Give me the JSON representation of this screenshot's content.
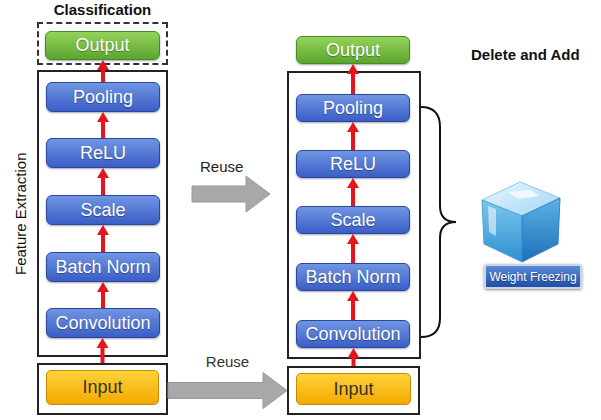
{
  "diagram": {
    "nodes": [
      {
        "text": [
          "Classification"
        ]
      },
      {
        "text": [
          "Output"
        ],
        "in": 0
      },
      {
        "text": [
          "Feature Extraction"
        ]
      },
      {
        "text": [
          "Pooling"
        ],
        "in": 2
      },
      {
        "text": [
          "ReLU"
        ],
        "in": 2
      },
      {
        "text": [
          "Scale"
        ],
        "in": 2
      },
      {
        "text": [
          "Batch Norm"
        ],
        "in": 2
      },
      {
        "text": [
          "Convolution"
        ],
        "in": 2
      },
      {
        "text": [
          "Input"
        ]
      },
      {
        "text": [
          "Output"
        ]
      },
      {
        "text": [
          "Pooling"
        ]
      },
      {
        "text": [
          "ReLU"
        ]
      },
      {
        "text": [
          "Scale"
        ]
      },
      {
        "text": [
          "Batch Norm"
        ]
      },
      {
        "text": [
          "Convolution"
        ]
      },
      {
        "text": [
          "Input"
        ]
      },
      {
        "text": [
          "Weight Freezing"
        ]
      }
    ],
    "edges": [
      {
        "from": 8,
        "to": 7,
        "arrow": "to"
      },
      {
        "from": 7,
        "to": 6,
        "arrow": "to"
      },
      {
        "from": 6,
        "to": 5,
        "arrow": "to"
      },
      {
        "from": 5,
        "to": 4,
        "arrow": "to"
      },
      {
        "from": 4,
        "to": 3,
        "arrow": "to"
      },
      {
        "from": 3,
        "to": 1,
        "arrow": "to"
      },
      {
        "from": 15,
        "to": 14,
        "arrow": "to"
      },
      {
        "from": 14,
        "to": 13,
        "arrow": "to"
      },
      {
        "from": 13,
        "to": 12,
        "arrow": "to"
      },
      {
        "from": 12,
        "to": 11,
        "arrow": "to"
      },
      {
        "from": 11,
        "to": 10,
        "arrow": "to"
      },
      {
        "from": 10,
        "to": 9,
        "arrow": "to"
      },
      {
        "from": 8,
        "to": 15,
        "label": "Reuse",
        "arrow": "to"
      }
    ],
    "labels": [
      "Reuse",
      "Delete and Add"
    ]
  }
}
